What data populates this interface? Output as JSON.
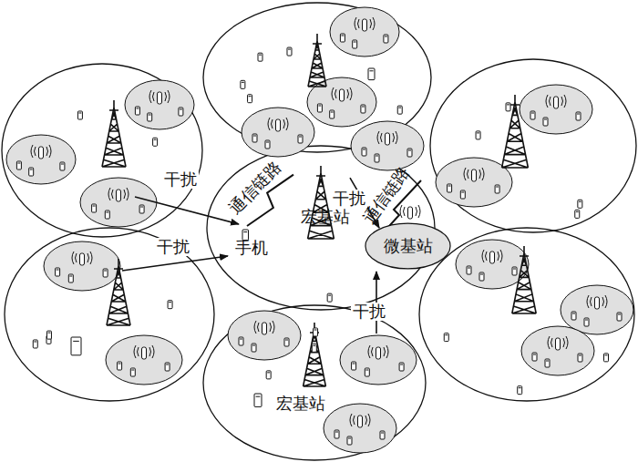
{
  "diagram": {
    "nodes": [
      {
        "text": [
          "宏基站"
        ]
      },
      {
        "text": [
          "手机"
        ]
      },
      {
        "text": [
          "微基站"
        ]
      },
      {
        "text": [
          "宏基站"
        ]
      }
    ],
    "edges": [
      {
        "from": 0,
        "to": 1,
        "arrow": "none",
        "label": "通信链路"
      },
      {
        "from": 0,
        "to": 2,
        "arrow": "to",
        "label": "干扰"
      }
    ],
    "labels": [
      "干扰",
      "干扰",
      "通信链路",
      "干扰"
    ]
  }
}
